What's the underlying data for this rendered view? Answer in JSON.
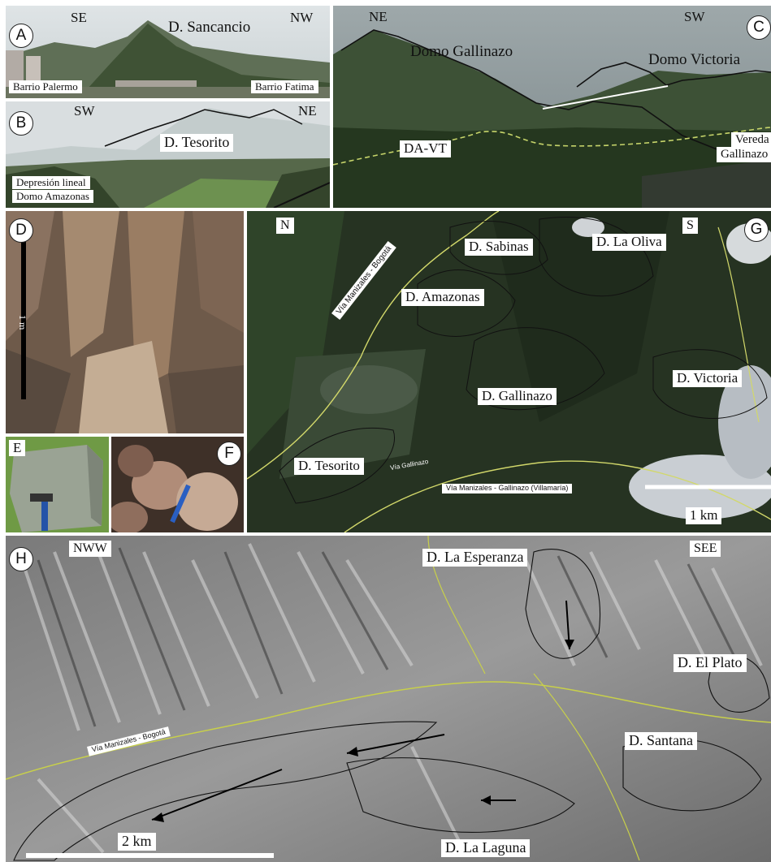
{
  "panel_a": {
    "letter": "A",
    "dir_left": "SE",
    "dir_right": "NW",
    "title": "D. Sancancio",
    "label_left": "Barrio Palermo",
    "label_right": "Barrio Fatima"
  },
  "panel_b": {
    "letter": "B",
    "dir_left": "SW",
    "dir_right": "NE",
    "title": "D. Tesorito",
    "label_line1": "Depresión lineal",
    "label_line2": "Domo Amazonas"
  },
  "panel_c": {
    "letter": "C",
    "dir_left": "NE",
    "dir_right": "SW",
    "label_gallinazo": "Domo Gallinazo",
    "label_victoria": "Domo Victoria",
    "label_davt": "DA-VT",
    "label_vereda1": "Vereda",
    "label_vereda2": "Gallinazo"
  },
  "panel_d": {
    "letter": "D",
    "scale": "1 m"
  },
  "panel_e": {
    "letter": "E"
  },
  "panel_f": {
    "letter": "F"
  },
  "panel_g": {
    "letter": "G",
    "dir_left": "N",
    "dir_right": "S",
    "road1": "Vía Manizales - Bogotá",
    "road2": "Vía Manizales - Gallinazo (Villamaría)",
    "road_small": "Vía Gallinazo",
    "domes": [
      "D. Sabinas",
      "D. La Oliva",
      "D. Amazonas",
      "D. Gallinazo",
      "D. Victoria",
      "D. Tesorito"
    ],
    "scale": "1 km"
  },
  "panel_h": {
    "letter": "H",
    "dir_left": "NWW",
    "dir_right": "SEE",
    "road1": "Vía Manizales - Bogotá",
    "domes": [
      "D. La Esperanza",
      "D. El Plato",
      "D. Santana",
      "D. La Laguna"
    ],
    "scale": "2 km"
  }
}
